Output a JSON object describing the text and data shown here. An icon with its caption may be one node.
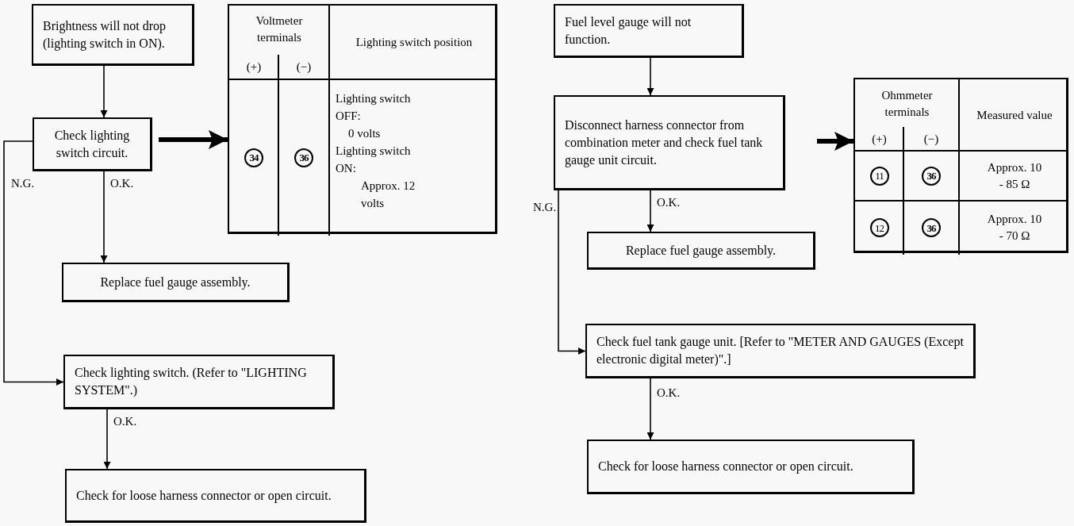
{
  "diagram": {
    "nodes": [
      {
        "text": [
          "Brightness will not drop (lighting switch in ON)."
        ]
      },
      {
        "text": [
          "Check lighting switch circuit."
        ]
      },
      {
        "text": [
          "Voltmeter terminals",
          "(+)",
          "(−)",
          "Lighting switch position",
          "34",
          "36",
          "Lighting switch OFF:",
          "0 volts",
          "Lighting switch ON:",
          "Approx. 12 volts"
        ]
      },
      {
        "text": [
          "Replace fuel gauge assembly."
        ]
      },
      {
        "text": [
          "Check lighting switch. (Refer to \"LIGHTING SYSTEM\".)"
        ]
      },
      {
        "text": [
          "Check for loose harness connector or open circuit."
        ]
      },
      {
        "text": [
          "Fuel level gauge will not function."
        ]
      },
      {
        "text": [
          "Disconnect harness connector from combination meter and check fuel tank gauge unit circuit."
        ]
      },
      {
        "text": [
          "Ohmmeter terminals",
          "(+)",
          "(−)",
          "Measured value",
          "11",
          "36",
          "Approx. 10 - 85 Ω",
          "12",
          "36",
          "Approx. 10 - 70 Ω"
        ]
      },
      {
        "text": [
          "Replace fuel gauge assembly."
        ]
      },
      {
        "text": [
          "Check fuel tank gauge unit. [Refer to \"METER AND GAUGES (Except electronic digital meter)\".]"
        ]
      },
      {
        "text": [
          "Check for loose harness connector or open circuit."
        ]
      }
    ],
    "edges": [
      {
        "from": 0,
        "to": 1,
        "arrow": "to"
      },
      {
        "from": 1,
        "to": 2,
        "arrow": "to",
        "style": "thick"
      },
      {
        "from": 1,
        "to": 3,
        "arrow": "to",
        "label": "O.K."
      },
      {
        "from": 1,
        "to": 4,
        "arrow": "to",
        "label": "N.G."
      },
      {
        "from": 4,
        "to": 5,
        "arrow": "to",
        "label": "O.K."
      },
      {
        "from": 6,
        "to": 7,
        "arrow": "to"
      },
      {
        "from": 7,
        "to": 8,
        "arrow": "to",
        "style": "thick"
      },
      {
        "from": 7,
        "to": 9,
        "arrow": "to",
        "label": "O.K."
      },
      {
        "from": 7,
        "to": 10,
        "arrow": "to",
        "label": "N.G."
      },
      {
        "from": 10,
        "to": 11,
        "arrow": "to",
        "label": "O.K."
      }
    ]
  }
}
